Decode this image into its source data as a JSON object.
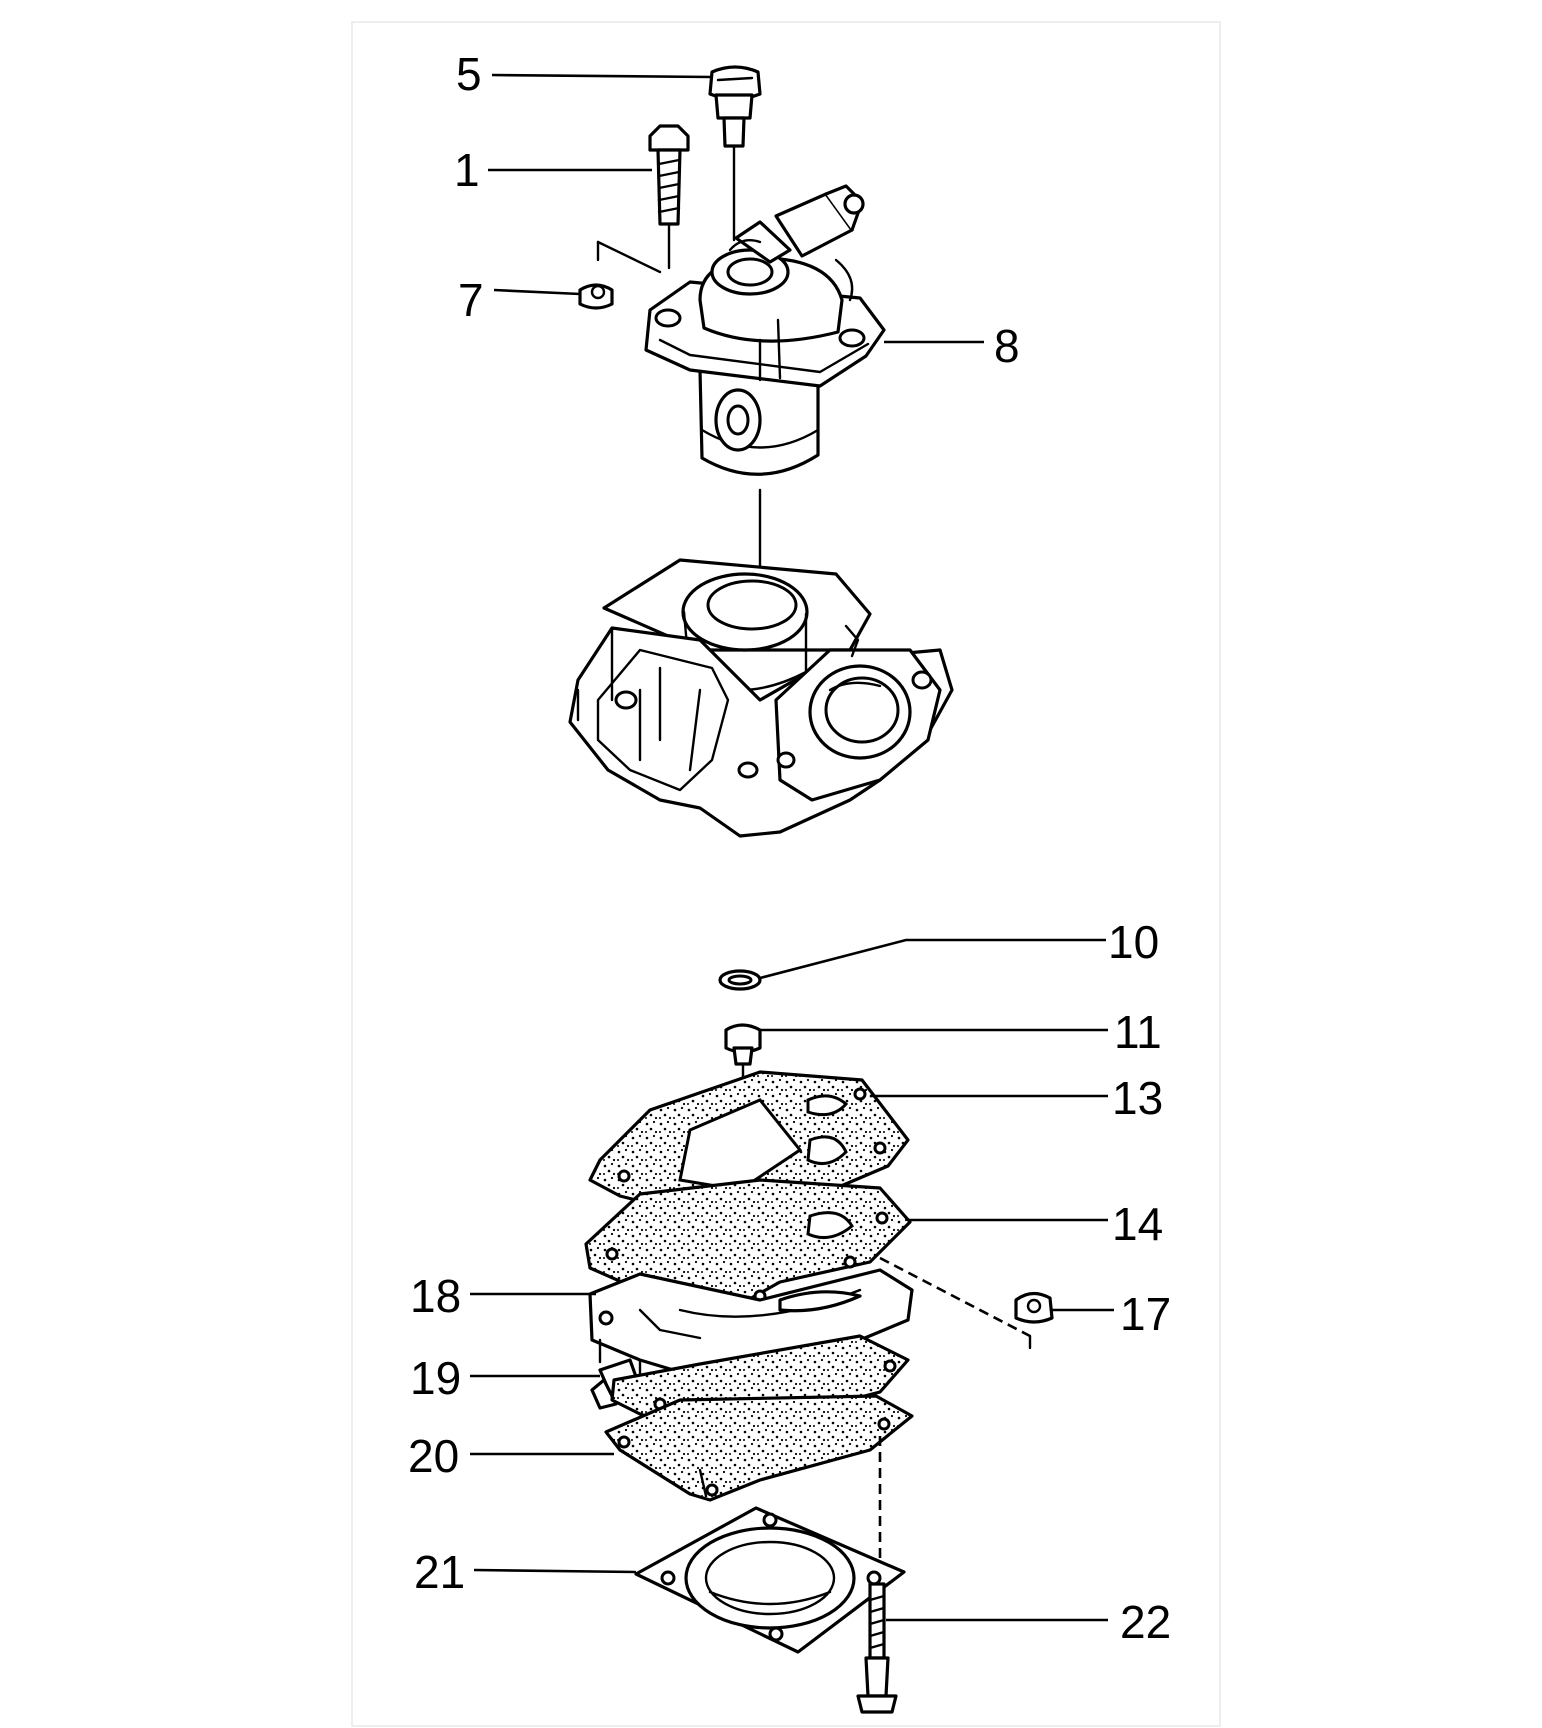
{
  "diagram": {
    "callouts": [
      {
        "id": "c5",
        "label": "5"
      },
      {
        "id": "c1",
        "label": "1"
      },
      {
        "id": "c7",
        "label": "7"
      },
      {
        "id": "c8",
        "label": "8"
      },
      {
        "id": "c10",
        "label": "10"
      },
      {
        "id": "c11",
        "label": "11"
      },
      {
        "id": "c13",
        "label": "13"
      },
      {
        "id": "c14",
        "label": "14"
      },
      {
        "id": "c17",
        "label": "17"
      },
      {
        "id": "c18",
        "label": "18"
      },
      {
        "id": "c19",
        "label": "19"
      },
      {
        "id": "c20",
        "label": "20"
      },
      {
        "id": "c21",
        "label": "21"
      },
      {
        "id": "c22",
        "label": "22"
      }
    ],
    "colors": {
      "ink": "#000000",
      "paper": "#ffffff"
    }
  }
}
